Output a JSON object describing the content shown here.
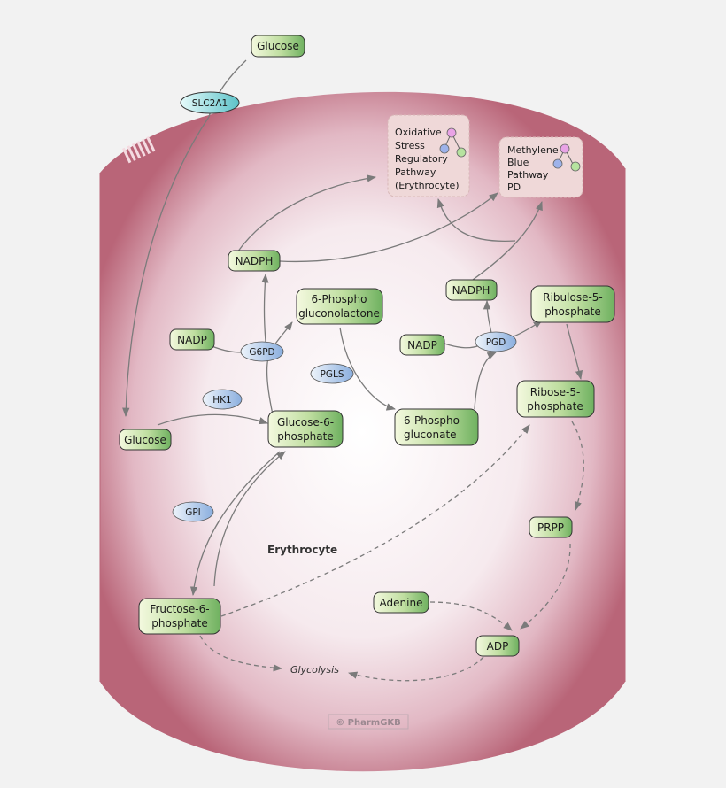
{
  "cell_label": "Erythrocyte",
  "watermark": "© PharmGKB",
  "glycolysis": "Glycolysis",
  "nodes": {
    "glucose_ext": "Glucose",
    "glucose_int": "Glucose",
    "nadph_left": "NADPH",
    "nadp_left": "NADP",
    "phosphogluconolactone": [
      "6-Phospho",
      "gluconolactone"
    ],
    "g6p": [
      "Glucose-6-",
      "phosphate"
    ],
    "f6p": [
      "Fructose-6-",
      "phosphate"
    ],
    "phosphogluconate": [
      "6-Phospho",
      "gluconate"
    ],
    "nadp_right": "NADP",
    "nadph_right": "NADPH",
    "ribulose5p": [
      "Ribulose-5-",
      "phosphate"
    ],
    "ribose5p": [
      "Ribose-5-",
      "phosphate"
    ],
    "prpp": "PRPP",
    "adenine": "Adenine",
    "adp": "ADP"
  },
  "enzymes": {
    "slc2a1": "SLC2A1",
    "hk1": "HK1",
    "g6pd": "G6PD",
    "pgls": "PGLS",
    "pgd": "PGD",
    "gpi": "GPI"
  },
  "pathways": {
    "oxidative": [
      "Oxidative",
      "Stress",
      "Regulatory",
      "Pathway",
      "(Erythrocyte)"
    ],
    "methylene": [
      "Methylene",
      "Blue",
      "Pathway",
      "PD"
    ]
  }
}
